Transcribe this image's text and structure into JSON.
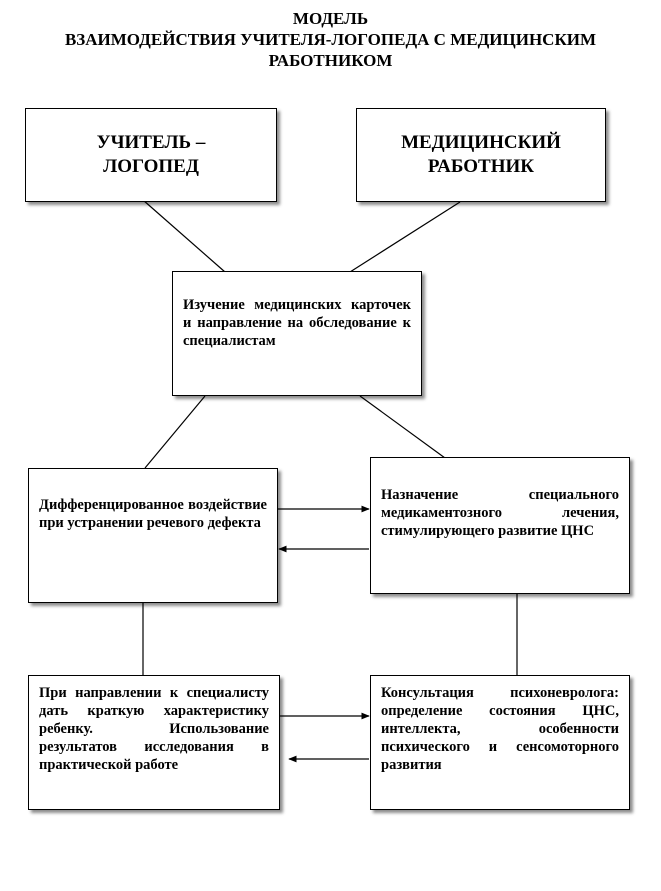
{
  "title": {
    "line1": "МОДЕЛЬ",
    "line2": "ВЗАИМОДЕЙСТВИЯ УЧИТЕЛЯ-ЛОГОПЕДА С МЕДИЦИНСКИМ",
    "line3": "РАБОТНИКОМ"
  },
  "nodes": {
    "teacher": {
      "line1": "УЧИТЕЛЬ –",
      "line2": "ЛОГОПЕД"
    },
    "medic": {
      "line1": "МЕДИЦИНСКИЙ",
      "line2": "РАБОТНИК"
    },
    "study": "Изучение медицинских карточек и направление на обследование к специалистам",
    "differentiated": "Дифференцированное воздействие при устранении речевого дефекта",
    "treatment": "Назначение специального медикаментозного лечения, стимулирующего развитие ЦНС",
    "referral": "При направлении к специалисту дать краткую характеристику ребенку. Использование результатов исследования в практической работе",
    "consult": "Консультация психоневролога: определение состояния ЦНС, интеллекта, особенности психического и сенсомоторного развития"
  },
  "colors": {
    "line": "#000000",
    "box_border": "#000000",
    "shadow": "#555555"
  }
}
